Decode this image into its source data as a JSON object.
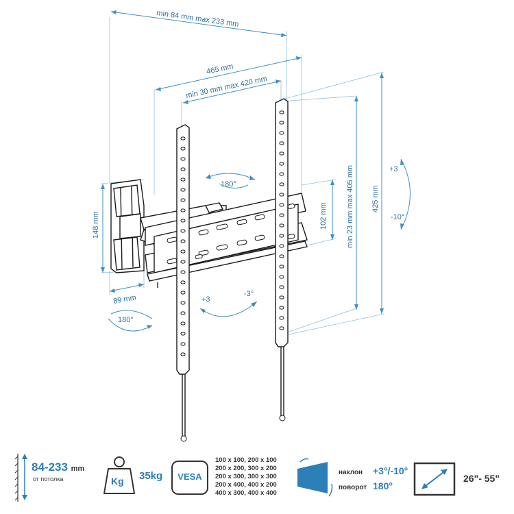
{
  "dimensions": {
    "top_width": "min 84 mm max 233 mm",
    "total_width": "465 mm",
    "vesa_horizontal": "min 30 mm max 420 mm",
    "plate_height": "102 mm",
    "vesa_vertical": "min 23 mm max 405 mm",
    "total_height": "425 mm",
    "wall_plate_height": "148 mm",
    "wall_plate_depth": "89 mm",
    "swivel_arm": "180°",
    "swivel_base": "180°",
    "tilt_up": "+3",
    "tilt_down": "-10°",
    "level_plus": "+3",
    "level_minus": "-3°"
  },
  "specs": {
    "distance_value": "84-233",
    "distance_unit": "mm",
    "distance_note": "от потолка",
    "load_icon": "Kg",
    "load_value": "35kg",
    "vesa_badge": "VESA",
    "vesa_list": [
      "100 x 100, 200 x 100",
      "200 x 200, 300 x 200",
      "200 x 300, 300 x 300",
      "200 x 400, 400 x 200",
      "400 x 300, 400 x 400"
    ],
    "tilt_label": "наклон",
    "tilt_value": "+3°/-10°",
    "swivel_label": "поворот",
    "swivel_value": "180°",
    "screen_size": "26\"- 55\""
  },
  "colors": {
    "accent": "#2d7fb7",
    "line": "#3f8fc4",
    "stroke": "#1a1a1a"
  }
}
